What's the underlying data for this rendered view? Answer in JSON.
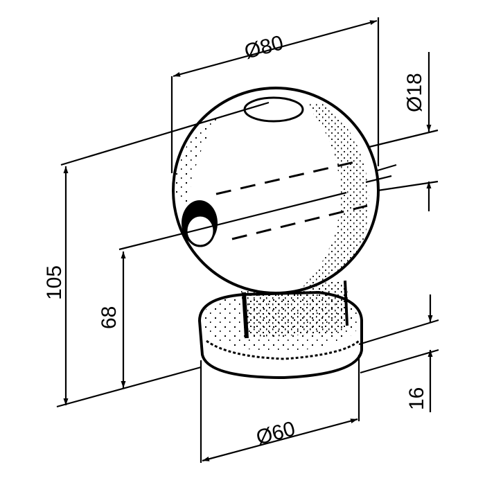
{
  "drawing": {
    "title": "Ball coupling with flange base - dimensioned isometric drawing",
    "colors": {
      "line": "#000000",
      "background": "#ffffff"
    },
    "dimensions": {
      "ball_diameter": {
        "label": "Ø80",
        "value": 80,
        "type": "diameter"
      },
      "bore_diameter": {
        "label": "Ø18",
        "value": 18,
        "type": "diameter"
      },
      "overall_height": {
        "label": "105",
        "value": 105,
        "type": "height"
      },
      "bore_center_height": {
        "label": "68",
        "value": 68,
        "type": "height"
      },
      "base_diameter": {
        "label": "Ø60",
        "value": 60,
        "type": "diameter"
      },
      "base_thickness": {
        "label": "16",
        "value": 16,
        "type": "height"
      }
    }
  }
}
